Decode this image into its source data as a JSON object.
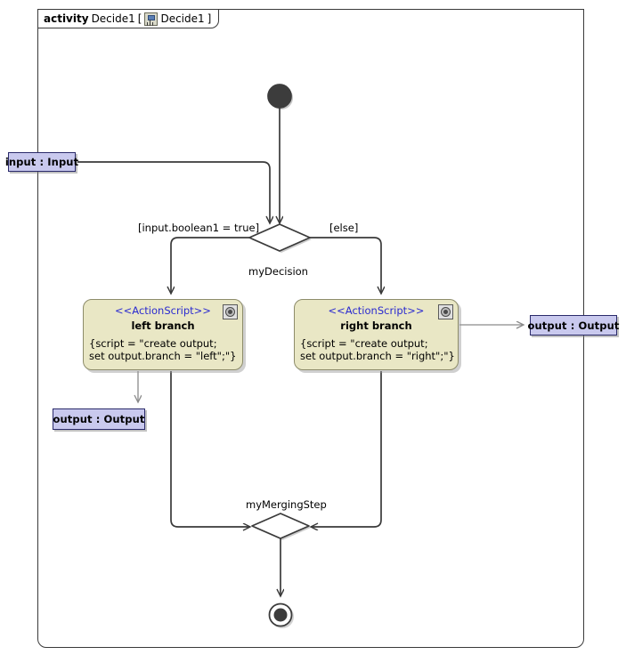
{
  "diagram": {
    "kind": "uml-activity-diagram",
    "frame": {
      "keyword": "activity",
      "name": "Decide1",
      "bracket_open": "[",
      "icon": "activity-diagram-icon",
      "inner_name": "Decide1",
      "bracket_close": "]"
    },
    "nodes": {
      "initial": {
        "name": "initial-node",
        "label": ""
      },
      "decision": {
        "name": "myDecision",
        "label": "myDecision"
      },
      "merge": {
        "name": "myMergingStep",
        "label": "myMergingStep"
      },
      "final": {
        "name": "activity-final-node",
        "label": ""
      },
      "action_left": {
        "stereotype": "<<ActionScript>>",
        "title": "left branch",
        "body_line1": "{script = \"create output;",
        "body_line2": "set output.branch = \"left\";\"}",
        "icon": "action-script-icon"
      },
      "action_right": {
        "stereotype": "<<ActionScript>>",
        "title": "right branch",
        "body_line1": "{script = \"create output;",
        "body_line2": "set output.branch = \"right\";\"}",
        "icon": "action-script-icon"
      }
    },
    "pins": {
      "input": "input : Input",
      "output_left": "output : Output",
      "output_right": "output : Output"
    },
    "guards": {
      "true_branch": "[input.boolean1 = true]",
      "else_branch": "[else]"
    },
    "colors": {
      "pin_fill": "#c9c9ee",
      "pin_border": "#2a2a6a",
      "action_fill": "#e9e7c5",
      "action_border": "#8d8c6a",
      "stereotype_text": "#2a2ad0",
      "edge": "#3a3a3a",
      "frame_border": "#3a3a3a",
      "background": "#ffffff"
    }
  }
}
